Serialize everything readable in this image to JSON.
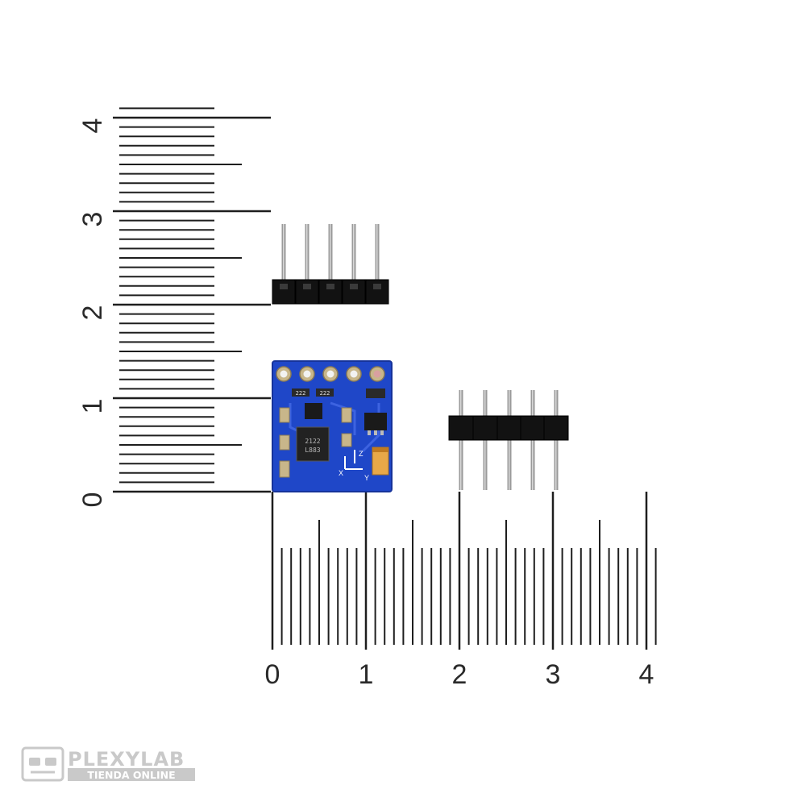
{
  "colors": {
    "ruler_ink": "#1e1e1e",
    "pcb_blue": "#1f47c8",
    "pcb_edge": "#16339a",
    "gold": "#c8b68a",
    "pin_metal": "#9a9a9a",
    "header_plastic": "#121212",
    "watermark": "#c9c9c9",
    "tantalum": "#e8a848"
  },
  "horizontal_ruler": {
    "tick_labels": [
      "0",
      "1",
      "2",
      "3",
      "4"
    ]
  },
  "vertical_ruler": {
    "tick_labels": [
      "0",
      "1",
      "2",
      "3",
      "4"
    ]
  },
  "module": {
    "axis_labels": {
      "x": "X",
      "y": "Y",
      "z": "Z"
    },
    "chip_marking_line1": "L883",
    "chip_marking_line2": "2122",
    "resistor_marking": "222"
  },
  "watermark": {
    "brand": "PLEXYLAB",
    "tagline": "TIENDA ONLINE",
    "icon": "robot-head-icon"
  }
}
